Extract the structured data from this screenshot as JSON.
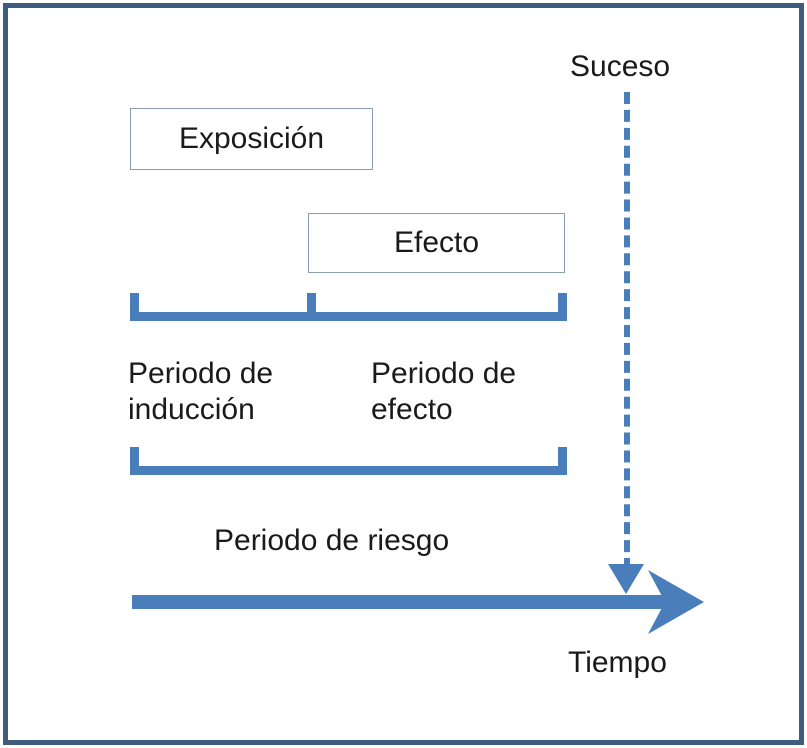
{
  "figure": {
    "title_text": "",
    "colors": {
      "frame_border": "#3f5c7d",
      "accent_blue": "#4a7ebb",
      "box_border": "#8a9cb4",
      "text": "#1a1a1a",
      "background": "#ffffff"
    }
  },
  "boxes": [
    {
      "id": "exposicion",
      "label": "Exposición"
    },
    {
      "id": "efecto",
      "label": "Efecto"
    }
  ],
  "labels": {
    "suceso": "Suceso",
    "tiempo": "Tiempo",
    "periodo_induccion": "Periodo de\ninducción",
    "periodo_efecto": "Periodo de\nefecto",
    "periodo_riesgo": "Periodo de riesgo"
  },
  "brackets": [
    {
      "id": "induccion-efecto-bracket",
      "segments": [
        "Periodo de inducción",
        "Periodo de efecto"
      ]
    },
    {
      "id": "riesgo-bracket",
      "segments": [
        "Periodo de riesgo"
      ]
    }
  ],
  "arrows": {
    "time_axis": {
      "id": "time-axis-arrow",
      "direction": "right",
      "label": "Tiempo"
    },
    "event_drop": {
      "id": "suceso-drop-arrow",
      "direction": "down",
      "style": "dashed",
      "label": "Suceso"
    }
  }
}
